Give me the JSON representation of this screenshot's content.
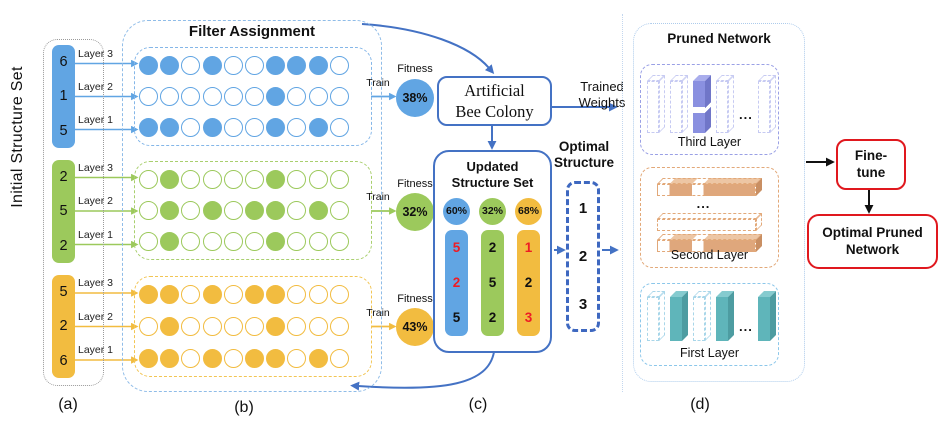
{
  "colors": {
    "sky": "#61A5E3",
    "green": "#9CC95C",
    "yellow": "#F2BC40",
    "accent": "#4472C4",
    "red-line": "#E0181E",
    "red-text": "#EE1C24",
    "purple": "#8A90E0",
    "purple-light": "#A9ADEC",
    "purple-dark": "#7076C8",
    "purple-outline": "#C6CAF2",
    "teal": "#5FB5BA",
    "teal-light": "#85CBCF",
    "teal-dark": "#4D9CA1",
    "teal-outline": "#A8D6E9",
    "tan": "#DFA77C",
    "tan-light": "#EDC6A4",
    "tan-dark": "#C98F63",
    "tan-outline": "#E2A878"
  },
  "section_labels": {
    "a": "(a)",
    "b": "(b)",
    "c": "(c)",
    "d": "(d)"
  },
  "initial_set": {
    "title": "Initial Structure Set",
    "layer_labels": [
      "Layer 3",
      "Layer 2",
      "Layer 1"
    ],
    "groups": [
      {
        "color": "sky",
        "values": [
          "6",
          "1",
          "5"
        ]
      },
      {
        "color": "green",
        "values": [
          "2",
          "5",
          "2"
        ]
      },
      {
        "color": "yellow",
        "values": [
          "5",
          "2",
          "6"
        ]
      }
    ]
  },
  "filter_assignment": {
    "title": "Filter Assignment",
    "train_label": "Train",
    "fitness_label": "Fitness",
    "groups": [
      {
        "color": "sky",
        "fitness": "38%",
        "rows": [
          [
            1,
            1,
            0,
            1,
            0,
            0,
            1,
            1,
            1,
            0
          ],
          [
            0,
            0,
            0,
            0,
            0,
            0,
            1,
            0,
            0,
            0
          ],
          [
            1,
            1,
            0,
            1,
            0,
            0,
            1,
            0,
            1,
            0
          ]
        ]
      },
      {
        "color": "green",
        "fitness": "32%",
        "rows": [
          [
            0,
            1,
            0,
            0,
            0,
            0,
            1,
            0,
            0,
            0
          ],
          [
            0,
            1,
            0,
            1,
            0,
            1,
            1,
            0,
            1,
            0
          ],
          [
            0,
            1,
            0,
            0,
            0,
            0,
            1,
            0,
            0,
            0
          ]
        ]
      },
      {
        "color": "yellow",
        "fitness": "43%",
        "rows": [
          [
            1,
            1,
            0,
            1,
            0,
            1,
            1,
            0,
            0,
            0
          ],
          [
            0,
            1,
            0,
            0,
            0,
            0,
            1,
            0,
            0,
            0
          ],
          [
            1,
            1,
            0,
            1,
            0,
            1,
            1,
            0,
            1,
            0
          ]
        ]
      }
    ]
  },
  "abc_box": {
    "line1": "Artificial",
    "line2": "Bee Colony"
  },
  "trained_weights": {
    "line1": "Trained",
    "line2": "Weights"
  },
  "updated_set": {
    "line1": "Updated",
    "line2": "Structure Set",
    "columns": [
      {
        "color": "sky",
        "percent": "60%",
        "values": [
          "5",
          "2",
          "5"
        ],
        "value_colors": [
          "red",
          "red",
          "black"
        ]
      },
      {
        "color": "green",
        "percent": "32%",
        "values": [
          "2",
          "5",
          "2"
        ],
        "value_colors": [
          "black",
          "black",
          "black"
        ]
      },
      {
        "color": "yellow",
        "percent": "68%",
        "values": [
          "1",
          "2",
          "3"
        ],
        "value_colors": [
          "red",
          "black",
          "red"
        ]
      }
    ]
  },
  "optimal_structure": {
    "line1": "Optimal",
    "line2": "Structure",
    "values": [
      "1",
      "2",
      "3"
    ]
  },
  "pruned_network": {
    "title": "Pruned Network",
    "ellipsis": "...",
    "layers": [
      {
        "name": "Third Layer",
        "type": "vertical",
        "theme": "purple",
        "pattern": [
          "outline",
          "outline",
          "split",
          "outline",
          "dots",
          "outline"
        ]
      },
      {
        "name": "Second Layer",
        "type": "horizontal",
        "theme": "tan",
        "pattern": [
          "partial",
          "dots",
          "empty",
          "partial"
        ]
      },
      {
        "name": "First Layer",
        "type": "vertical",
        "theme": "teal",
        "pattern": [
          "outline",
          "filled",
          "outline",
          "filled",
          "dots",
          "filled"
        ]
      }
    ]
  },
  "finetune": {
    "line1": "Fine-",
    "line2": "tune"
  },
  "optimal_pruned": {
    "line1": "Optimal Pruned",
    "line2": "Network"
  }
}
